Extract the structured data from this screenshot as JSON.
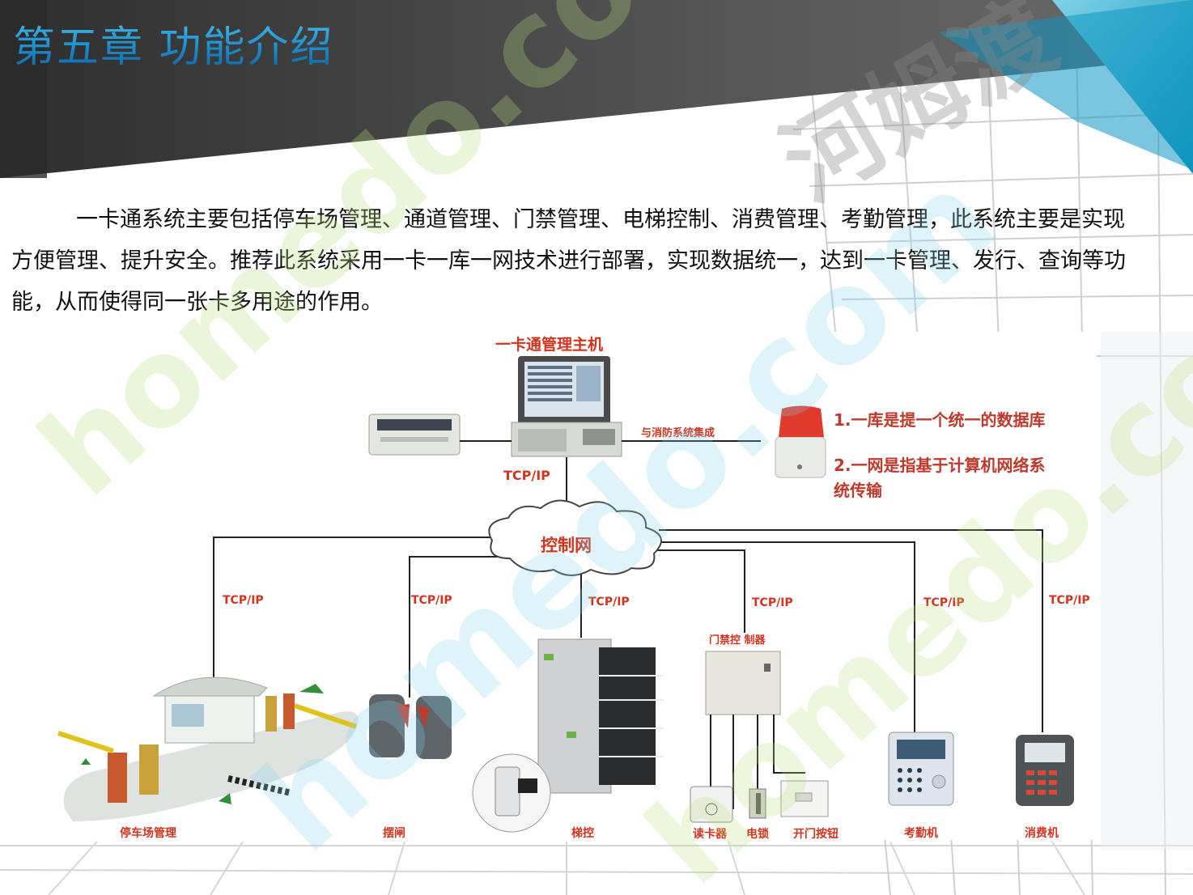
{
  "slide": {
    "title": "第五章  功能介绍",
    "paragraph": "一卡通系统主要包括停车场管理、通道管理、门禁管理、电梯控制、消费管理、考勤管理，此系统主要是实现方便管理、提升安全。推荐此系统采用一卡一库一网技术进行部署，实现数据统一，达到一卡管理、发行、查询等功能，从而使得同一张卡多用途的作用。"
  },
  "diagram": {
    "host_title": "一卡通管理主机",
    "fire_link_label": "与消防系统集成",
    "host_protocol": "TCP/IP",
    "cloud_label": "控制网",
    "notes": [
      "1.一库是提一个统一的数据库",
      "2.一网是指基于计算机网络系",
      "统传输"
    ],
    "branch_protocols": [
      "TCP/IP",
      "TCP/IP",
      "TCP/IP",
      "TCP/IP",
      "TCP/IP",
      "TCP/IP"
    ],
    "door_controller_label": "门禁控 制器",
    "device_labels": {
      "parking": "停车场管理",
      "gate": "摆闸",
      "elevator": "梯控",
      "card_reader": "读卡器",
      "lock": "电锁",
      "exit_button": "开门按钮",
      "attendance": "考勤机",
      "pos": "消费机"
    }
  },
  "watermark": {
    "text": "homedo.com",
    "cn_text": "河姆渡"
  },
  "colors": {
    "title_gradient_top": "#4fc3ea",
    "title_gradient_bottom": "#0f5f9e",
    "red_label": "#d2341d",
    "note_red": "#c0392b",
    "header_dark": "#3a3a3a",
    "accent_teal": "#1fa7c8",
    "watermark_green": "#b7e27a",
    "watermark_cyan": "#7fd7ef"
  }
}
